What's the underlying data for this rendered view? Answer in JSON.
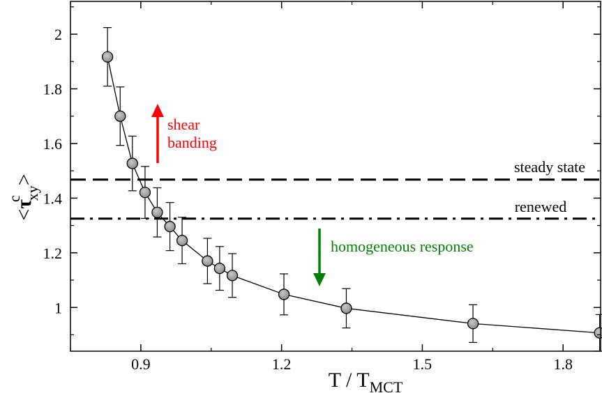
{
  "chart_data": {
    "type": "scatter",
    "xlabel": {
      "main": "T / T",
      "sub": "MCT"
    },
    "ylabel": {
      "lt": "<",
      "tau": "τ",
      "sup": "c",
      "sub": "xy",
      "gt": ">"
    },
    "xlim": [
      0.75,
      1.88
    ],
    "ylim": [
      0.84,
      2.12
    ],
    "xticks": [
      0.9,
      1.2,
      1.5,
      1.8
    ],
    "xtick_labels": [
      "0.9",
      "1.2",
      "1.5",
      "1.8"
    ],
    "yticks": [
      1.0,
      1.2,
      1.4,
      1.6,
      1.8,
      2.0
    ],
    "ytick_labels": [
      "1",
      "1.2",
      "1.4",
      "1.6",
      "1.8",
      "2"
    ],
    "series": [
      {
        "marker": "circle",
        "color": "#999999",
        "x": [
          0.829,
          0.856,
          0.882,
          0.909,
          0.935,
          0.962,
          0.988,
          1.042,
          1.068,
          1.095,
          1.205,
          1.338,
          1.608,
          1.878
        ],
        "y": [
          1.917,
          1.7,
          1.527,
          1.421,
          1.348,
          1.296,
          1.245,
          1.17,
          1.143,
          1.117,
          1.048,
          0.997,
          0.941,
          0.907
        ],
        "err": [
          0.107,
          0.107,
          0.1,
          0.095,
          0.09,
          0.088,
          0.085,
          0.083,
          0.08,
          0.08,
          0.075,
          0.072,
          0.069,
          0.067
        ]
      }
    ],
    "reference_lines": [
      {
        "label": "steady state",
        "y": 1.468,
        "style": "dashed"
      },
      {
        "label": "renewed",
        "y": 1.325,
        "style": "dash-dot"
      }
    ],
    "annotations": [
      {
        "line1": "shear",
        "line2": "banding",
        "color": "#ff0000",
        "direction": "up"
      },
      {
        "text": "homogeneous response",
        "color": "#008000",
        "direction": "down"
      }
    ]
  }
}
